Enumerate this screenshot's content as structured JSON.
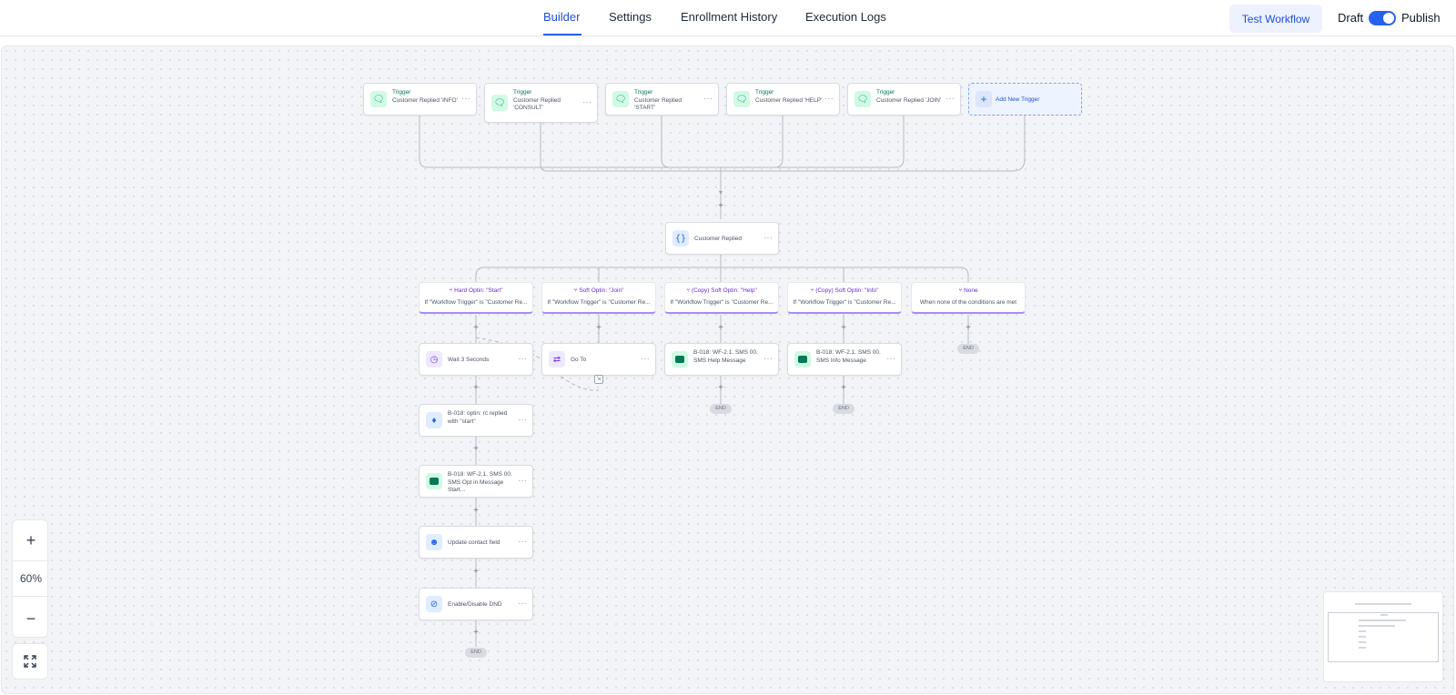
{
  "header": {
    "tabs": [
      "Builder",
      "Settings",
      "Enrollment History",
      "Execution Logs"
    ],
    "active_tab": "Builder",
    "test_button": "Test Workflow",
    "draft_label": "Draft",
    "publish_label": "Publish",
    "publish_toggle_on": true
  },
  "triggers": [
    {
      "title": "Trigger",
      "subtitle": "Customer Replied 'INFO'"
    },
    {
      "title": "Trigger",
      "subtitle": "Customer Replied 'CONSULT'"
    },
    {
      "title": "Trigger",
      "subtitle": "Customer Replied 'START'"
    },
    {
      "title": "Trigger",
      "subtitle": "Customer Replied 'HELP'"
    },
    {
      "title": "Trigger",
      "subtitle": "Customer Replied 'JOIN'"
    }
  ],
  "add_trigger_label": "Add New Trigger",
  "condition_node": {
    "label": "Customer Replied"
  },
  "branches": [
    {
      "title": "Hard Optin: \"Start\"",
      "subtitle": "If \"Workflow Trigger\" is \"Customer Re..."
    },
    {
      "title": "Soft Optin: \"Join\"",
      "subtitle": "If \"Workflow Trigger\" is \"Customer Re..."
    },
    {
      "title": "(Copy) Soft Optin: \"Help\"",
      "subtitle": "If \"Workflow Trigger\" is \"Customer Re..."
    },
    {
      "title": "(Copy) Soft Optin: \"Info\"",
      "subtitle": "If \"Workflow Trigger\" is \"Customer Re..."
    },
    {
      "title": "None",
      "subtitle": "When none of the conditions are met"
    }
  ],
  "actions": {
    "wait": "Wait 3 Seconds",
    "goto": "Go To",
    "help_sms": "B-018: WF-2.1. SMS 00. SMS Help Message",
    "info_sms": "B-018: WF-2.1. SMS 00. SMS Info Message",
    "tag": "B-018: optin: rc replied with \"start\"",
    "optin_sms": "B-018: WF-2.1. SMS 00. SMS Opt in Message Start...",
    "update_field": "Update contact field",
    "dnd": "Enable/Disable DND"
  },
  "end_label": "END",
  "more_glyph": "···",
  "plus_glyph": "+",
  "zoom": {
    "in": "+",
    "level": "60%",
    "out": "−"
  },
  "icons": {
    "trigger": "chat-bubbles-icon",
    "condition": "curly-braces-icon",
    "branch": "branch-icon",
    "wait": "clock-icon",
    "goto": "goto-arrows-icon",
    "sms": "message-icon",
    "tag": "tag-icon",
    "contact": "contact-icon",
    "dnd": "dnd-icon",
    "fit": "fit-view-icon"
  },
  "colors": {
    "accent": "#2563eb",
    "trigger_text": "#047857",
    "branch_text": "#6d28d9",
    "branch_border": "#a78bfa",
    "canvas_bg": "#f3f4f7"
  }
}
